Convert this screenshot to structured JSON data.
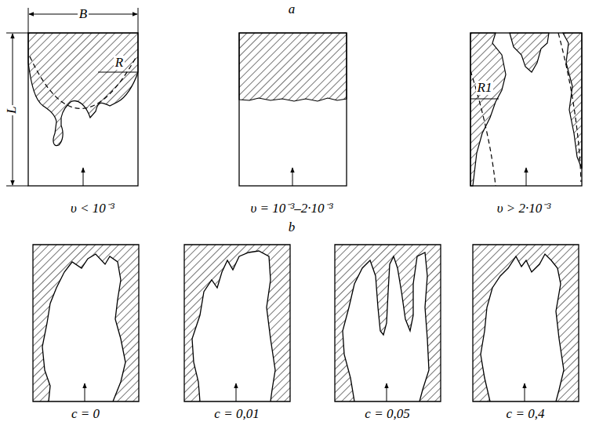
{
  "diagram": {
    "labels": [
      "a",
      "B",
      "L",
      "R",
      "υ < 10⁻³",
      "υ = 10⁻³–2·10⁻³",
      "υ > 2·10⁻³",
      "R1",
      "b",
      "c = 0",
      "c = 0,01",
      "c = 0,05",
      "c = 0,4"
    ]
  }
}
